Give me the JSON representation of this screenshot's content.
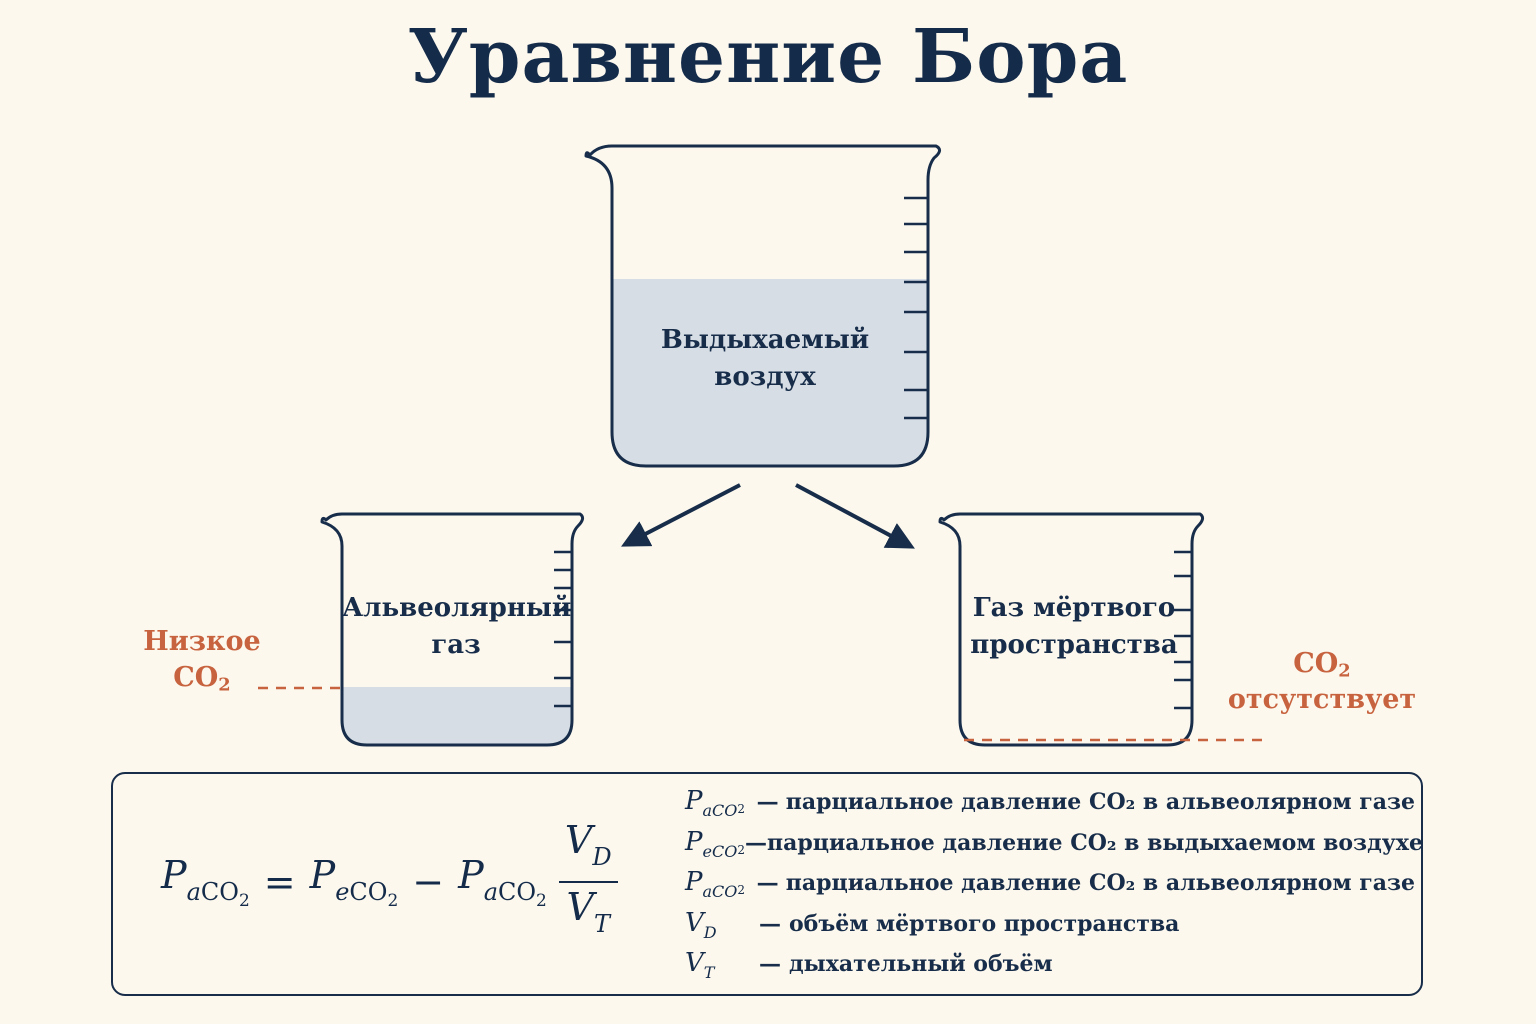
{
  "title": "Уравнение Бора",
  "beakers": {
    "top": {
      "label_line1": "Выдыхаемый",
      "label_line2": "воздух"
    },
    "left": {
      "label_line1": "Альвеолярный",
      "label_line2": "газ"
    },
    "right": {
      "label_line1": "Газ мёртвого",
      "label_line2": "пространства"
    }
  },
  "notes": {
    "low_co2": {
      "line1": "Низкое",
      "line2_base": "CO",
      "line2_sub": "2"
    },
    "no_co2": {
      "line1_base": "CO",
      "line1_sub": "2",
      "line2": "отсутствует"
    }
  },
  "equation": {
    "p": "P",
    "sub_a": "a",
    "sub_e": "e",
    "sub_co": "CO",
    "sub_2": "2",
    "equals": "=",
    "minus": "−",
    "v": "V",
    "sub_d": "D",
    "sub_t": "T"
  },
  "legend": [
    {
      "sym": "P",
      "sub1": "aCO",
      "sub2": "2",
      "dash": "—",
      "text": "парциальное давление CO₂ в альвеолярном газе"
    },
    {
      "sym": "P",
      "sub1": "eCO",
      "sub2": "2",
      "dash": "—",
      "text": "парциальное давление CO₂ в выдыхаемом воздухе"
    },
    {
      "sym": "P",
      "sub1": "aCO",
      "sub2": "2",
      "dash": "—",
      "text": "парциальное давление CO₂ в альвеолярном газе"
    },
    {
      "sym": "V",
      "sub1": "D",
      "sub2": "",
      "dash": "—",
      "text": "объём мёртвого пространства"
    },
    {
      "sym": "V",
      "sub1": "T",
      "sub2": "",
      "dash": "—",
      "text": "дыхательный объём"
    }
  ],
  "colors": {
    "background": "#fcf8ee",
    "ink": "#172d4a",
    "liquid": "#d6dde4",
    "accent": "#c8633f"
  }
}
